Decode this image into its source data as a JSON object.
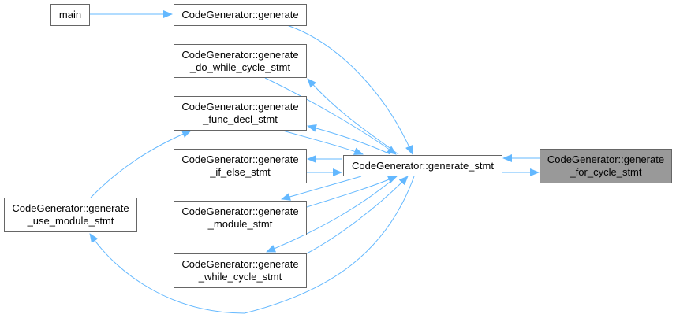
{
  "diagram": {
    "edge_color": "#63b8ff",
    "node_border_color": "#666666",
    "current_node_fill": "#999999",
    "nodes": {
      "main": {
        "lines": [
          "main"
        ]
      },
      "generate": {
        "lines": [
          "CodeGenerator::generate"
        ]
      },
      "do_while": {
        "lines": [
          "CodeGenerator::generate",
          "_do_while_cycle_stmt"
        ]
      },
      "func_decl": {
        "lines": [
          "CodeGenerator::generate",
          "_func_decl_stmt"
        ]
      },
      "if_else": {
        "lines": [
          "CodeGenerator::generate",
          "_if_else_stmt"
        ]
      },
      "module": {
        "lines": [
          "CodeGenerator::generate",
          "_module_stmt"
        ]
      },
      "while": {
        "lines": [
          "CodeGenerator::generate",
          "_while_cycle_stmt"
        ]
      },
      "use_module": {
        "lines": [
          "CodeGenerator::generate",
          "_use_module_stmt"
        ]
      },
      "generate_stmt": {
        "lines": [
          "CodeGenerator::generate_stmt"
        ]
      },
      "for_cycle": {
        "lines": [
          "CodeGenerator::generate",
          "_for_cycle_stmt"
        ]
      }
    },
    "edges": [
      {
        "from": "main",
        "to": "generate"
      },
      {
        "from": "generate",
        "to": "generate_stmt"
      },
      {
        "from": "do_while",
        "to": "generate_stmt"
      },
      {
        "from": "generate_stmt",
        "to": "do_while"
      },
      {
        "from": "func_decl",
        "to": "generate_stmt"
      },
      {
        "from": "generate_stmt",
        "to": "func_decl"
      },
      {
        "from": "if_else",
        "to": "generate_stmt"
      },
      {
        "from": "generate_stmt",
        "to": "if_else"
      },
      {
        "from": "module",
        "to": "generate_stmt"
      },
      {
        "from": "generate_stmt",
        "to": "module"
      },
      {
        "from": "while",
        "to": "generate_stmt"
      },
      {
        "from": "generate_stmt",
        "to": "while"
      },
      {
        "from": "use_module",
        "to": "func_decl"
      },
      {
        "from": "generate_stmt",
        "to": "use_module"
      },
      {
        "from": "for_cycle",
        "to": "generate_stmt"
      },
      {
        "from": "generate_stmt",
        "to": "for_cycle"
      }
    ]
  }
}
